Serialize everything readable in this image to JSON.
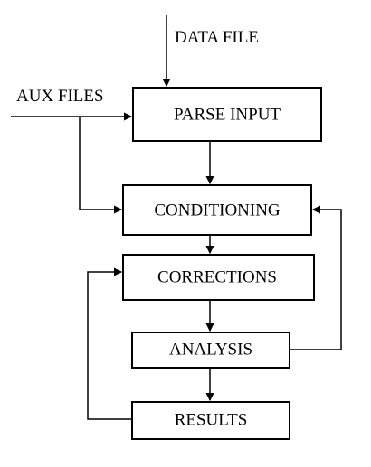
{
  "diagram": {
    "inputs": {
      "data_file": "DATA FILE",
      "aux_files": "AUX FILES"
    },
    "boxes": {
      "parse_input": "PARSE INPUT",
      "conditioning": "CONDITIONING",
      "corrections": "CORRECTIONS",
      "analysis": "ANALYSIS",
      "results": "RESULTS"
    }
  }
}
